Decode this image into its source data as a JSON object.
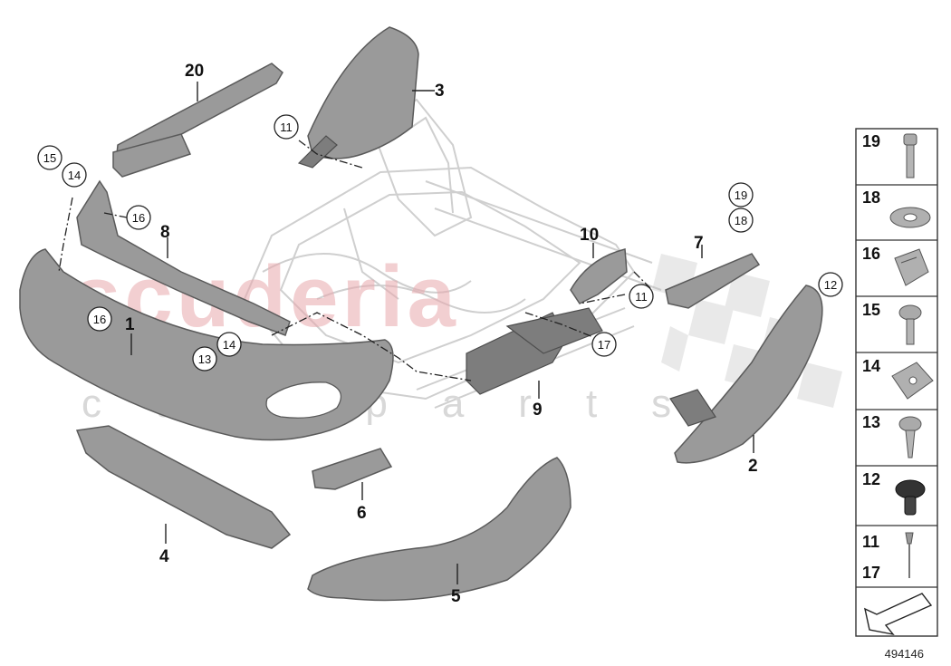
{
  "watermark": {
    "main": "scuderia",
    "sub": "car parts"
  },
  "diagram_number": "494146",
  "callouts": {
    "p20": "20",
    "p3": "3",
    "p8": "8",
    "p1": "1",
    "p10": "10",
    "p7": "7",
    "p9": "9",
    "p2": "2",
    "p6": "6",
    "p4": "4",
    "p5": "5"
  },
  "circled": {
    "c11a": "11",
    "c15": "15",
    "c14a": "14",
    "c16a": "16",
    "c16b": "16",
    "c13": "13",
    "c14b": "14",
    "c19": "19",
    "c18": "18",
    "c11b": "11",
    "c17": "17",
    "c12": "12"
  },
  "legend": [
    {
      "number": "19",
      "icon": "bolt-icon"
    },
    {
      "number": "18",
      "icon": "washer-icon"
    },
    {
      "number": "16",
      "icon": "clip-icon"
    },
    {
      "number": "15",
      "icon": "screw-icon"
    },
    {
      "number": "14",
      "icon": "clip-nut-icon"
    },
    {
      "number": "13",
      "icon": "self-tapping-screw-icon"
    },
    {
      "number": "12",
      "icon": "rivet-icon"
    },
    {
      "number": "11",
      "number2": "17",
      "icon": "pin-icon"
    }
  ],
  "colors": {
    "part": "#9a9a9a",
    "watermark": "#e9a8ad",
    "frame": "#cfcfcf"
  }
}
